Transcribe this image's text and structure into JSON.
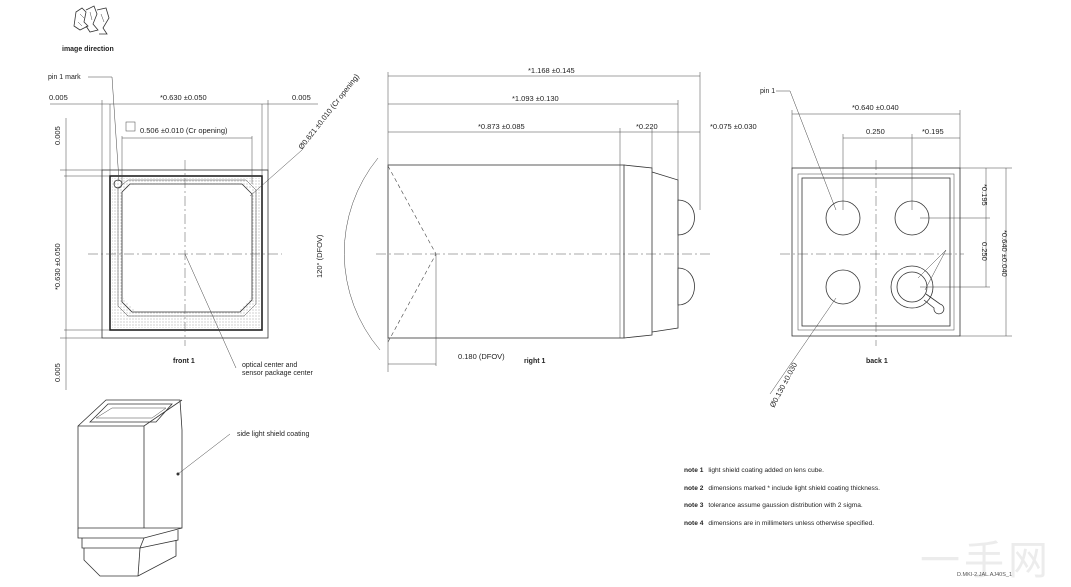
{
  "header": {
    "image_direction_label": "image direction"
  },
  "front_view": {
    "label": "front 1",
    "pin1_label": "pin 1 mark",
    "dim_top_left": "0.005",
    "dim_top_width": "*0.630 ±0.050",
    "dim_top_right": "0.005",
    "opening_width": "0.506 ±0.010 (Cr opening)",
    "diagonal": "Ø0.621 ±0.010 (Cr opening)",
    "dim_left_top": "0.005",
    "dim_left_height": "*0.630 ±0.050",
    "dim_left_bottom": "0.005",
    "optical_center_line1": "optical center and",
    "optical_center_line2": "sensor package center"
  },
  "right_view": {
    "label": "right 1",
    "dim_overall": "*1.168 ±0.145",
    "dim_body": "*1.093 ±0.130",
    "dim_lens": "*0.873 ±0.085",
    "dim_step": "*0.220",
    "dim_ball": "*0.075 ±0.030",
    "fov_angle": "120° (DFOV)",
    "fov_offset": "0.180 (DFOV)"
  },
  "back_view": {
    "label": "back 1",
    "pin1_label": "pin 1",
    "dim_width": "*0.640 ±0.040",
    "dim_pitch_x": "0.250",
    "dim_edge_x": "*0.195",
    "dim_edge_y": "*0.195",
    "dim_pitch_y": "0.250",
    "dim_height": "*0.640 ±0.040",
    "dim_ball_dia": "Ø0.130 ±0.030"
  },
  "iso_view": {
    "coating_label": "side light shield coating"
  },
  "notes": [
    {
      "id": "note 1",
      "text": "light shield coating added on lens cube."
    },
    {
      "id": "note 2",
      "text": "dimensions marked * include light shield coating thickness."
    },
    {
      "id": "note 3",
      "text": "tolerance assume gaussion distribution with 2 sigma."
    },
    {
      "id": "note 4",
      "text": "dimensions are in millimeters unless otherwise specified."
    }
  ],
  "footer": {
    "drawing_number": "D.MKI-2.JAL.AJ40S_1",
    "watermark": "一手网"
  }
}
